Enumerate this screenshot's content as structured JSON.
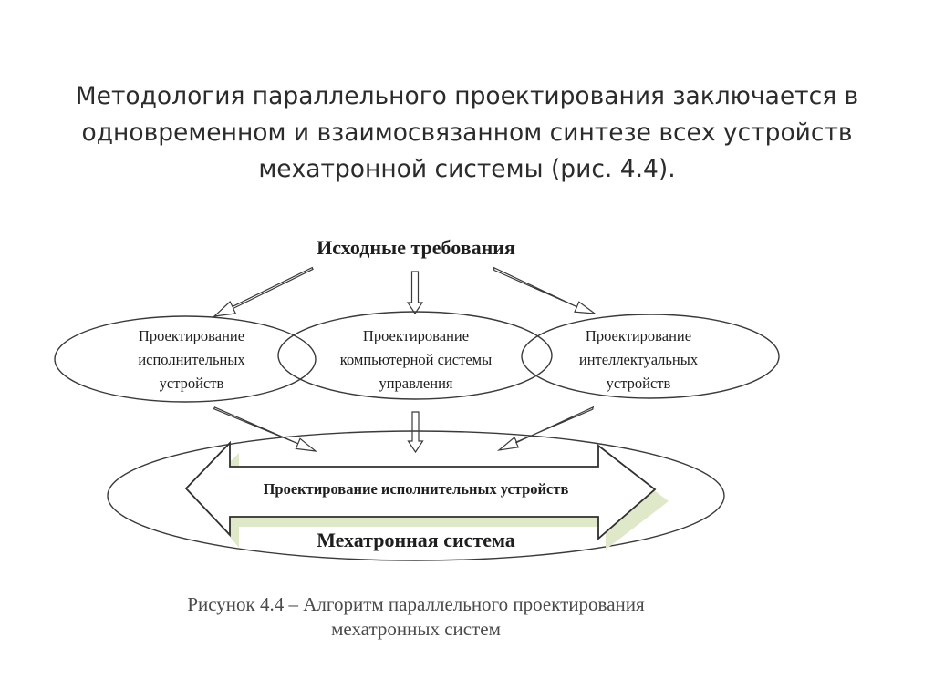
{
  "slide": {
    "lines": [
      "Методология параллельного проектирования заключается в",
      "одновременном и взаимосвязанном синтезе всех устройств",
      "мехатронной системы (рис. 4.4)."
    ]
  },
  "diagram": {
    "top_label": "Исходные требования",
    "ellipses": [
      {
        "lines": [
          "Проектирование",
          "исполнительных",
          "устройств"
        ]
      },
      {
        "lines": [
          "Проектирование",
          "компьютерной системы",
          "управления"
        ]
      },
      {
        "lines": [
          "Проектирование",
          "интеллектуальных",
          "устройств"
        ]
      }
    ],
    "arrow_label": "Проектирование исполнительных устройств",
    "bottom_label": "Мехатронная система",
    "caption_lines": [
      "Рисунок 4.4 – Алгоритм параллельного проектирования",
      "мехатронных систем"
    ],
    "colors": {
      "stroke": "#3a3a3a",
      "arrow_shadow": "#dfe9c9",
      "text": "#1e1e1e",
      "caption": "#4a4a4a"
    }
  }
}
